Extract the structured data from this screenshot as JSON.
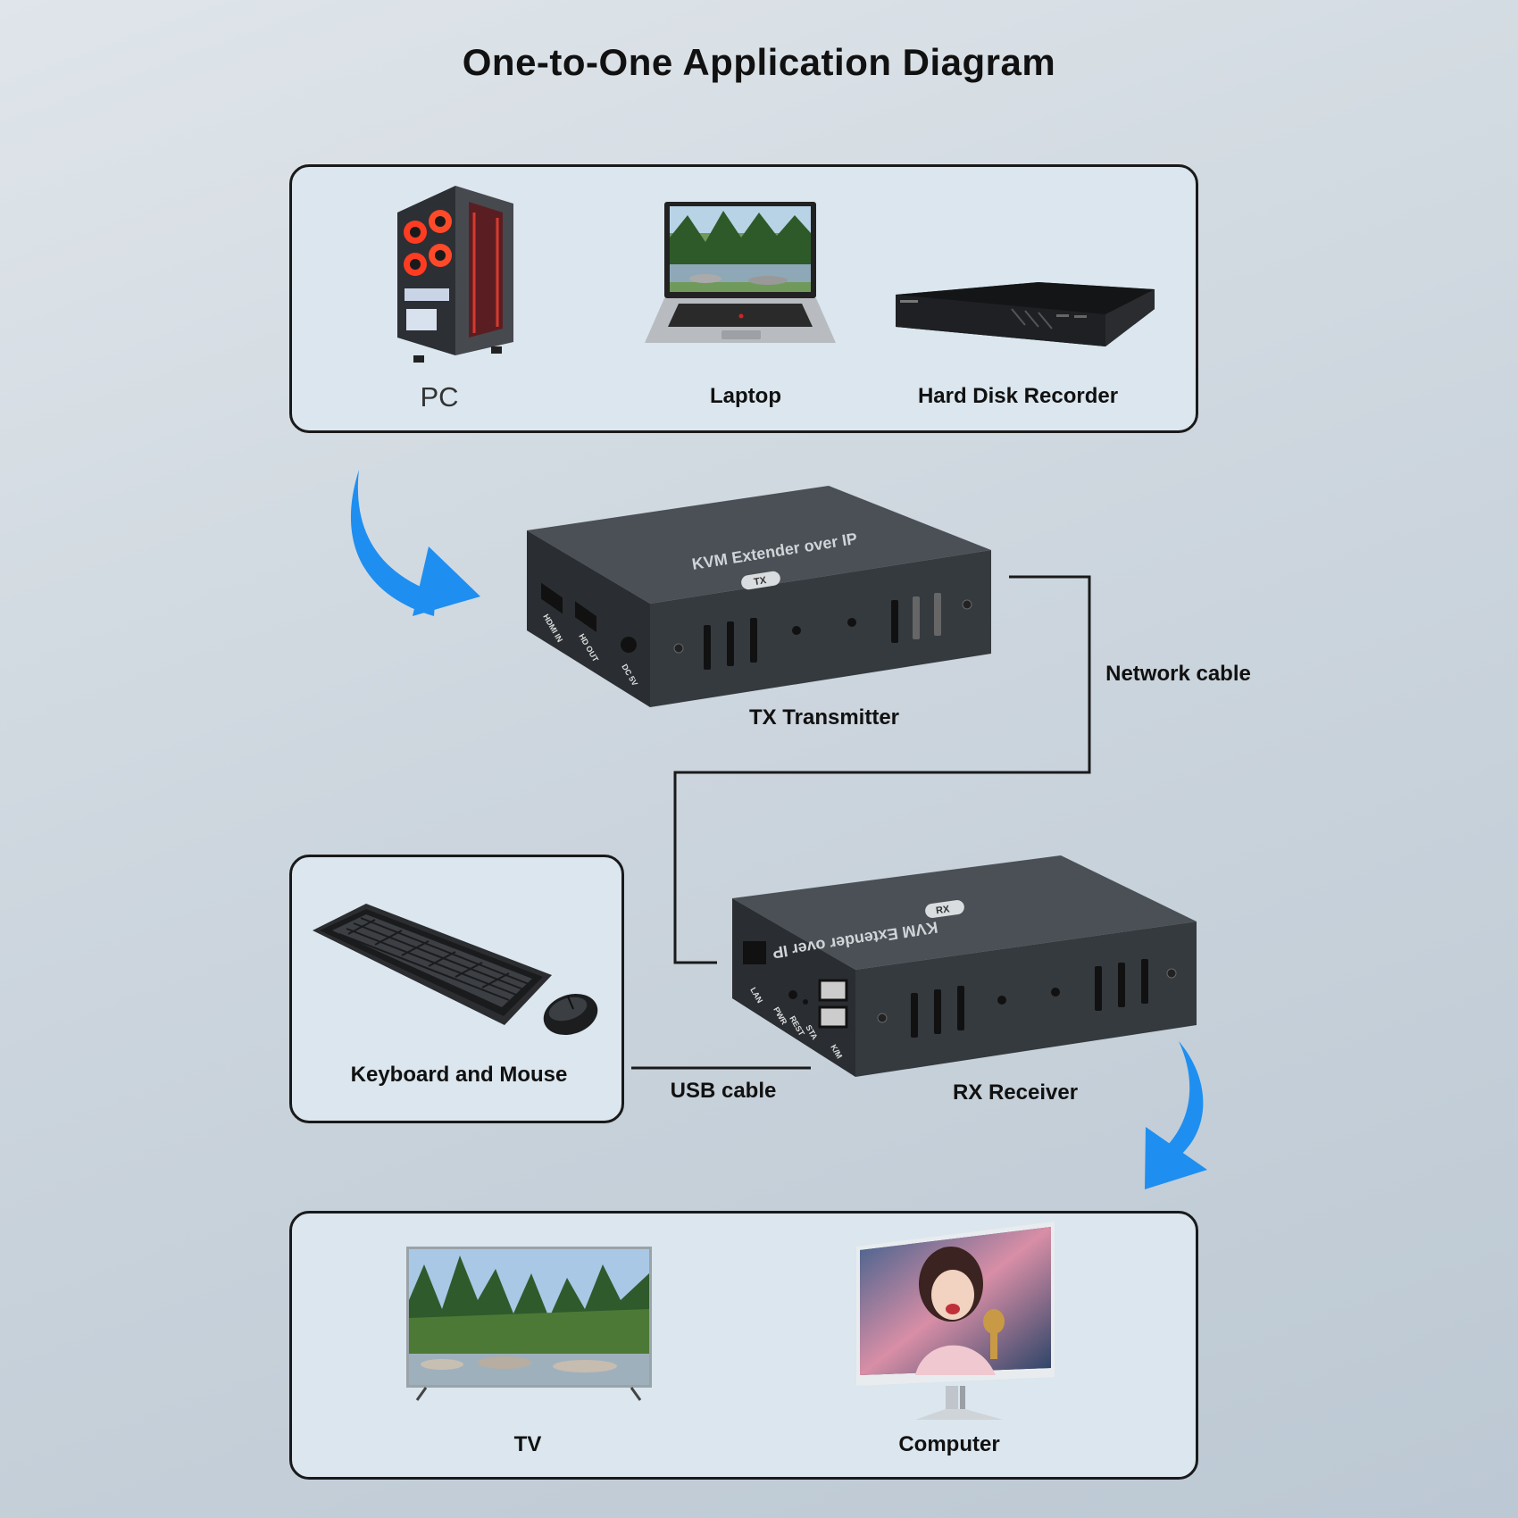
{
  "title": "One-to-One Application Diagram",
  "sources": {
    "pc": "PC",
    "laptop": "Laptop",
    "recorder": "Hard Disk Recorder"
  },
  "tx": {
    "label": "TX Transmitter",
    "top_text": "KVM Extender over IP",
    "badge": "TX",
    "port_hdmi_in": "HDMI IN",
    "port_hdmi_out": "HD OUT",
    "port_dc": "DC 5V"
  },
  "rx": {
    "label": "RX Receiver",
    "top_text": "KVM Extender over IP",
    "badge": "RX",
    "port_lan": "LAN",
    "port_pwr": "PWR",
    "port_rest": "REST",
    "port_sta": "STA",
    "port_kvm": "K/M"
  },
  "cables": {
    "network": "Network cable",
    "usb": "USB cable"
  },
  "peripherals": {
    "keyboard_mouse": "Keyboard and Mouse"
  },
  "displays": {
    "tv": "TV",
    "computer": "Computer"
  },
  "colors": {
    "arrow": "#1e8ff0",
    "device_body": "#3d4348",
    "panel_bg": "#dbe6ee"
  }
}
